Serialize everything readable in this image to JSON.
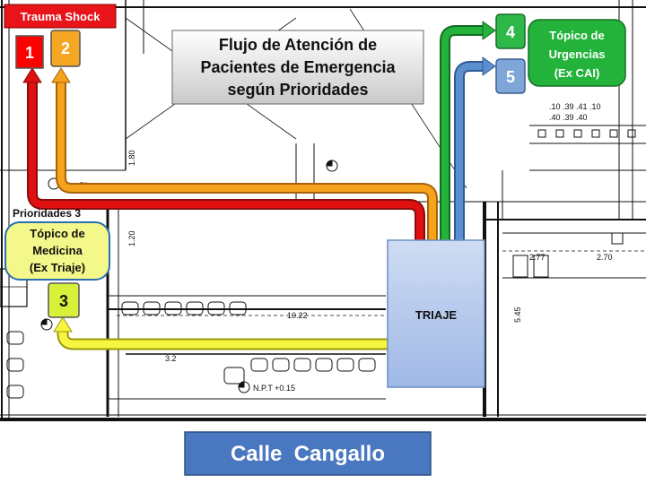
{
  "title": {
    "lines": [
      "Flujo de Atención de",
      "Pacientes de Emergencia",
      "según Prioridades"
    ]
  },
  "trauma_shock": {
    "label": "Trauma Shock",
    "color": "#e8141a"
  },
  "priorities": [
    {
      "number": "1",
      "color": "#ff0000"
    },
    {
      "number": "2",
      "color": "#f5a623"
    },
    {
      "number": "3",
      "color": "#d9f03b"
    },
    {
      "number": "4",
      "color": "#2eb84a"
    },
    {
      "number": "5",
      "color": "#7fa6d9"
    }
  ],
  "prioridades_label": "Prioridades 3",
  "topico_medicina": {
    "lines": [
      "Tópico de",
      "Medicina",
      "(Ex Triaje)"
    ]
  },
  "topico_urgencias": {
    "lines": [
      "Tópico de",
      "Urgencias",
      "(Ex CAI)"
    ]
  },
  "triaje": {
    "label": "TRIAJE"
  },
  "street": {
    "label": "Calle  Cangallo",
    "color": "#4a78c0"
  },
  "plan_labels": {
    "dim_10_22": "10.22",
    "npt": "N.P.T +0.15",
    "dim_5_45": "5.45",
    "dim_2_77": "2.77",
    "dim_2_70": "2.70",
    "dim_3_2": "3.2",
    "dim_1_20": "1.20",
    "dim_1_80": "1.80",
    "dim_1_76": ".76",
    "dims_top": ".10  .39  .41  .10",
    "dims_top2": ".40  .39  .40"
  },
  "arrow_colors": {
    "red": "#e01010",
    "orange": "#f5a21c",
    "yellow": "#f6f542",
    "green": "#23b23a",
    "blue": "#5b8fd0"
  }
}
